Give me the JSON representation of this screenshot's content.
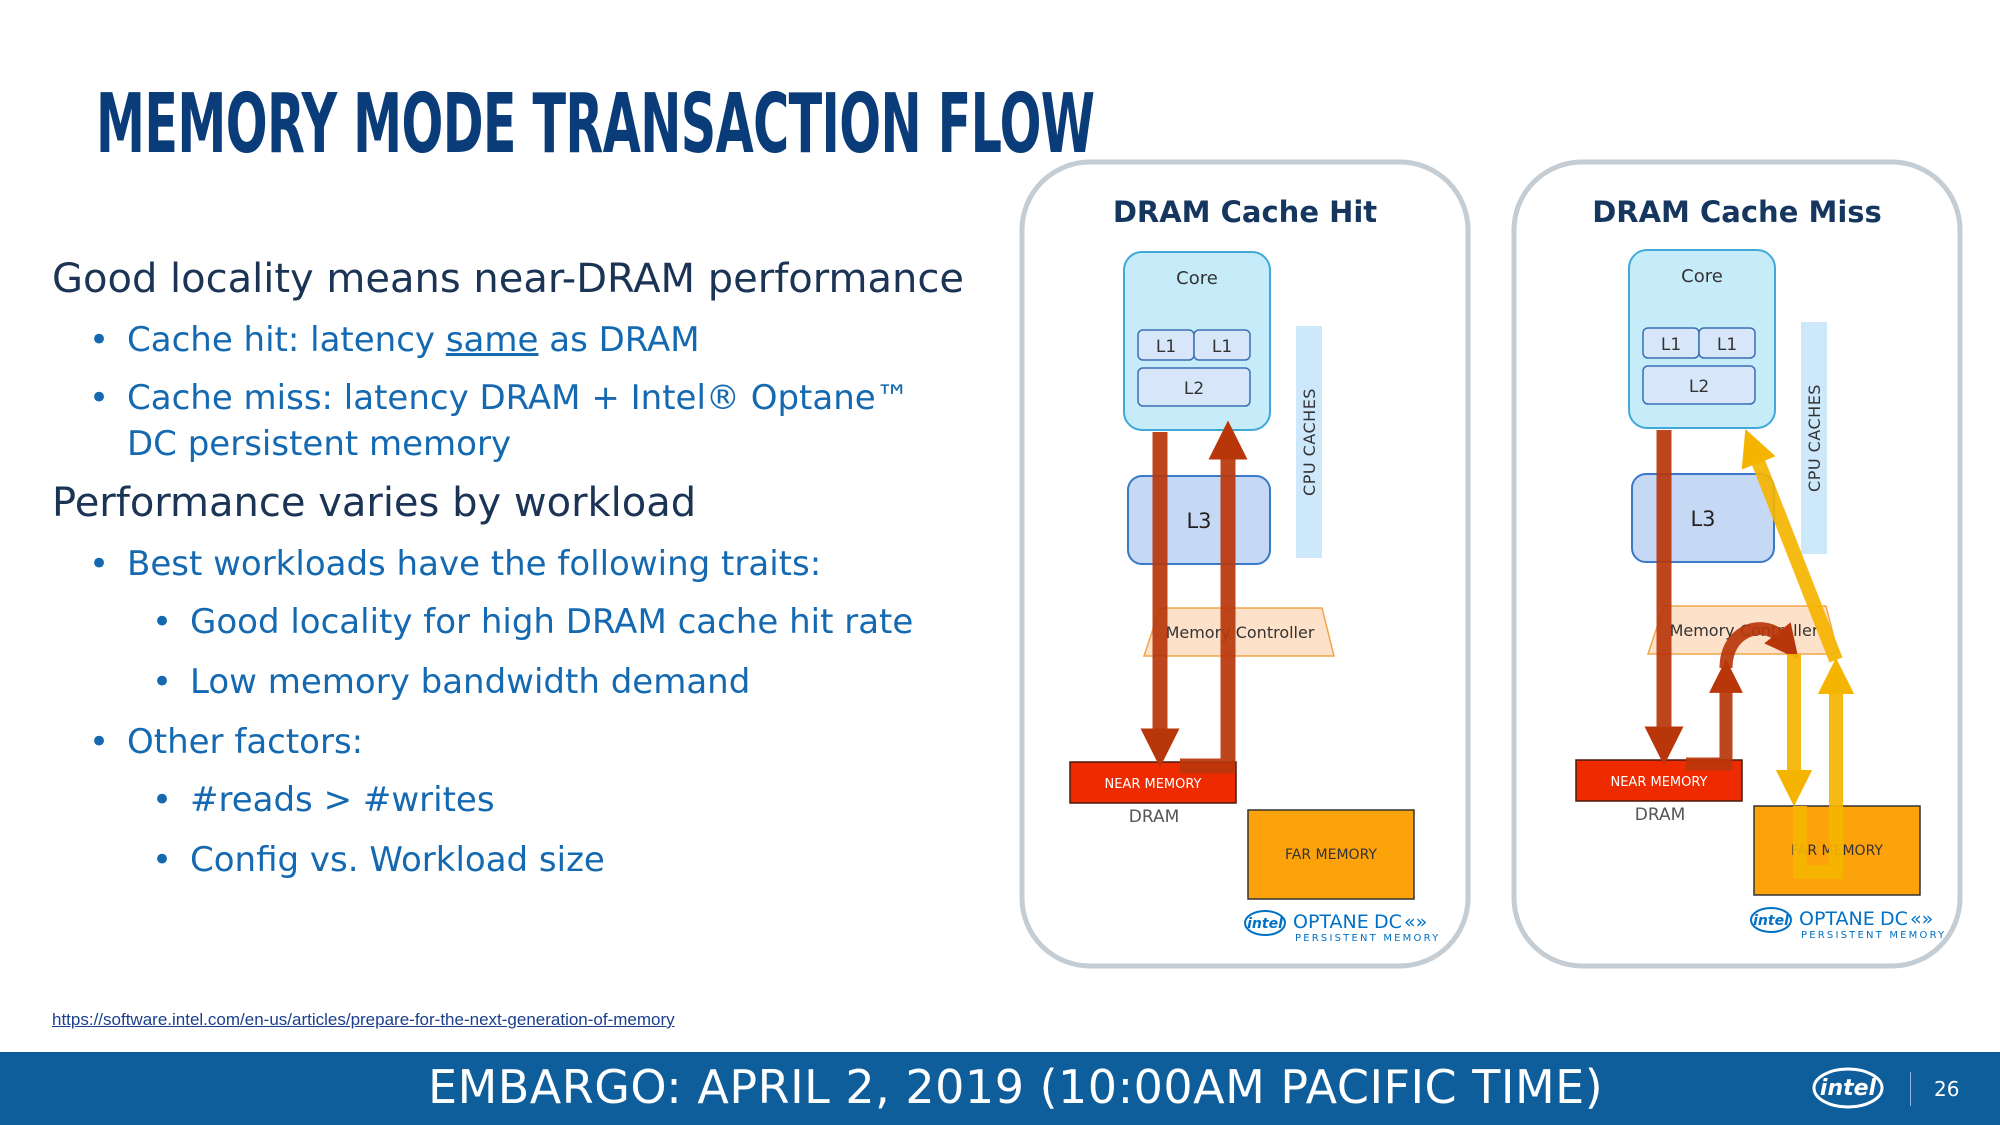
{
  "slide": {
    "title": "MEMORY MODE TRANSACTION FLOW",
    "page_number": "26",
    "embargo": "EMBARGO: APRIL 2, 2019 (10:00AM PACIFIC TIME)",
    "link": "https://software.intel.com/en-us/articles/prepare-for-the-next-generation-of-memory",
    "footer_logo": "intel"
  },
  "bullets": {
    "b1": "Good locality means near-DRAM performance",
    "b1a_pre": "Cache hit: latency ",
    "b1a_underline": "same",
    "b1a_post": " as DRAM",
    "b1b": "Cache miss: latency DRAM + Intel® Optane™ DC persistent memory",
    "b2": "Performance varies by workload",
    "b2a": "Best workloads have the following traits:",
    "b2a1": "Good locality for high DRAM cache hit rate",
    "b2a2": "Low memory bandwidth demand",
    "b2b": "Other factors:",
    "b2b1": "#reads > #writes",
    "b2b2": "Config vs. Workload size"
  },
  "diagrams": {
    "hit_title": "DRAM Cache Hit",
    "miss_title": "DRAM Cache Miss",
    "core": "Core",
    "l1": "L1",
    "l2": "L2",
    "l3": "L3",
    "cpu_caches": "CPU CACHES",
    "memory_controller": "Memory Controller",
    "near_memory": "NEAR MEMORY",
    "dram": "DRAM",
    "far_memory": "FAR MEMORY",
    "logo_intel": "intel",
    "logo_optane": "OPTANE",
    "logo_dc": "DC",
    "logo_persistent": "PERSISTENT MEMORY"
  },
  "colors": {
    "title": "#0a3c7a",
    "text_dark": "#1b3456",
    "text_blue": "#1469b1",
    "footer": "#0f5e9c",
    "hit_arrow": "#b8360a",
    "miss_arrow": "#f5b400"
  }
}
